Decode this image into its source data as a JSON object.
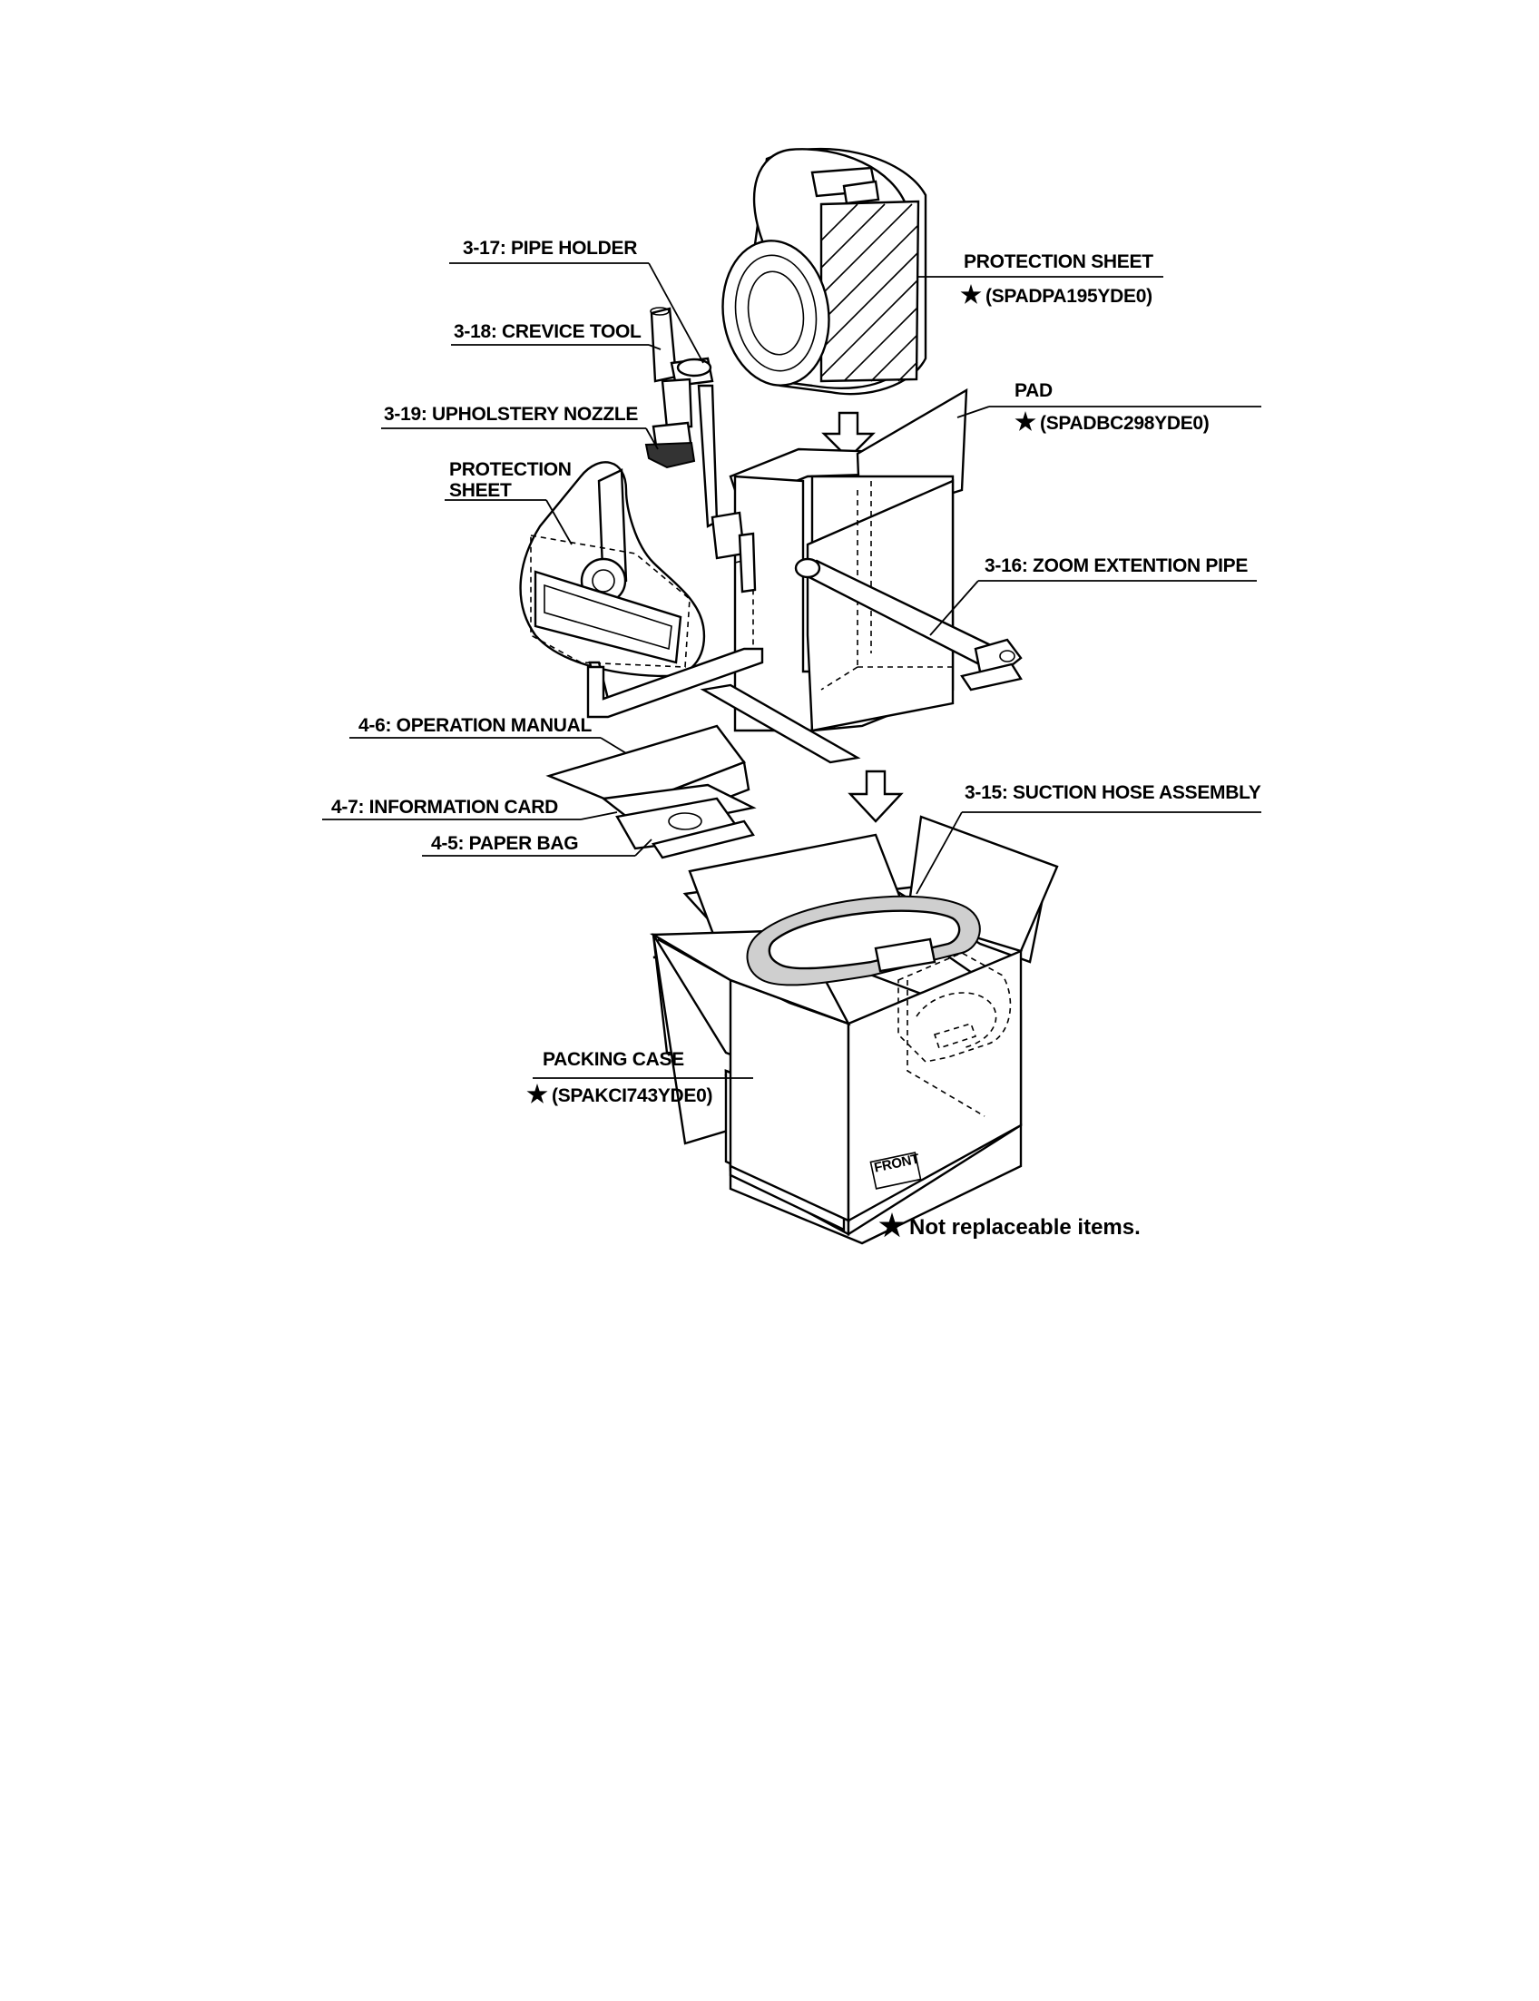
{
  "labels": {
    "pipe_holder": "3-17: PIPE HOLDER",
    "crevice_tool": "3-18: CREVICE TOOL",
    "upholstery_nozzle": "3-19: UPHOLSTERY NOZZLE",
    "protection_sheet_left_1": "PROTECTION",
    "protection_sheet_left_2": "SHEET",
    "protection_sheet_top": "PROTECTION SHEET",
    "protection_sheet_top_code": "(SPADPA195YDE0)",
    "pad": "PAD",
    "pad_code": "(SPADBC298YDE0)",
    "zoom_pipe": "3-16: ZOOM EXTENTION PIPE",
    "operation_manual": "4-6: OPERATION MANUAL",
    "information_card": "4-7: INFORMATION CARD",
    "paper_bag": "4-5: PAPER BAG",
    "suction_hose": "3-15: SUCTION HOSE ASSEMBLY",
    "packing_case": "PACKING CASE",
    "packing_case_code": "(SPAKCI743YDE0)",
    "front": "FRONT",
    "note": "Not replaceable items."
  },
  "icons": [
    "star-icon"
  ]
}
